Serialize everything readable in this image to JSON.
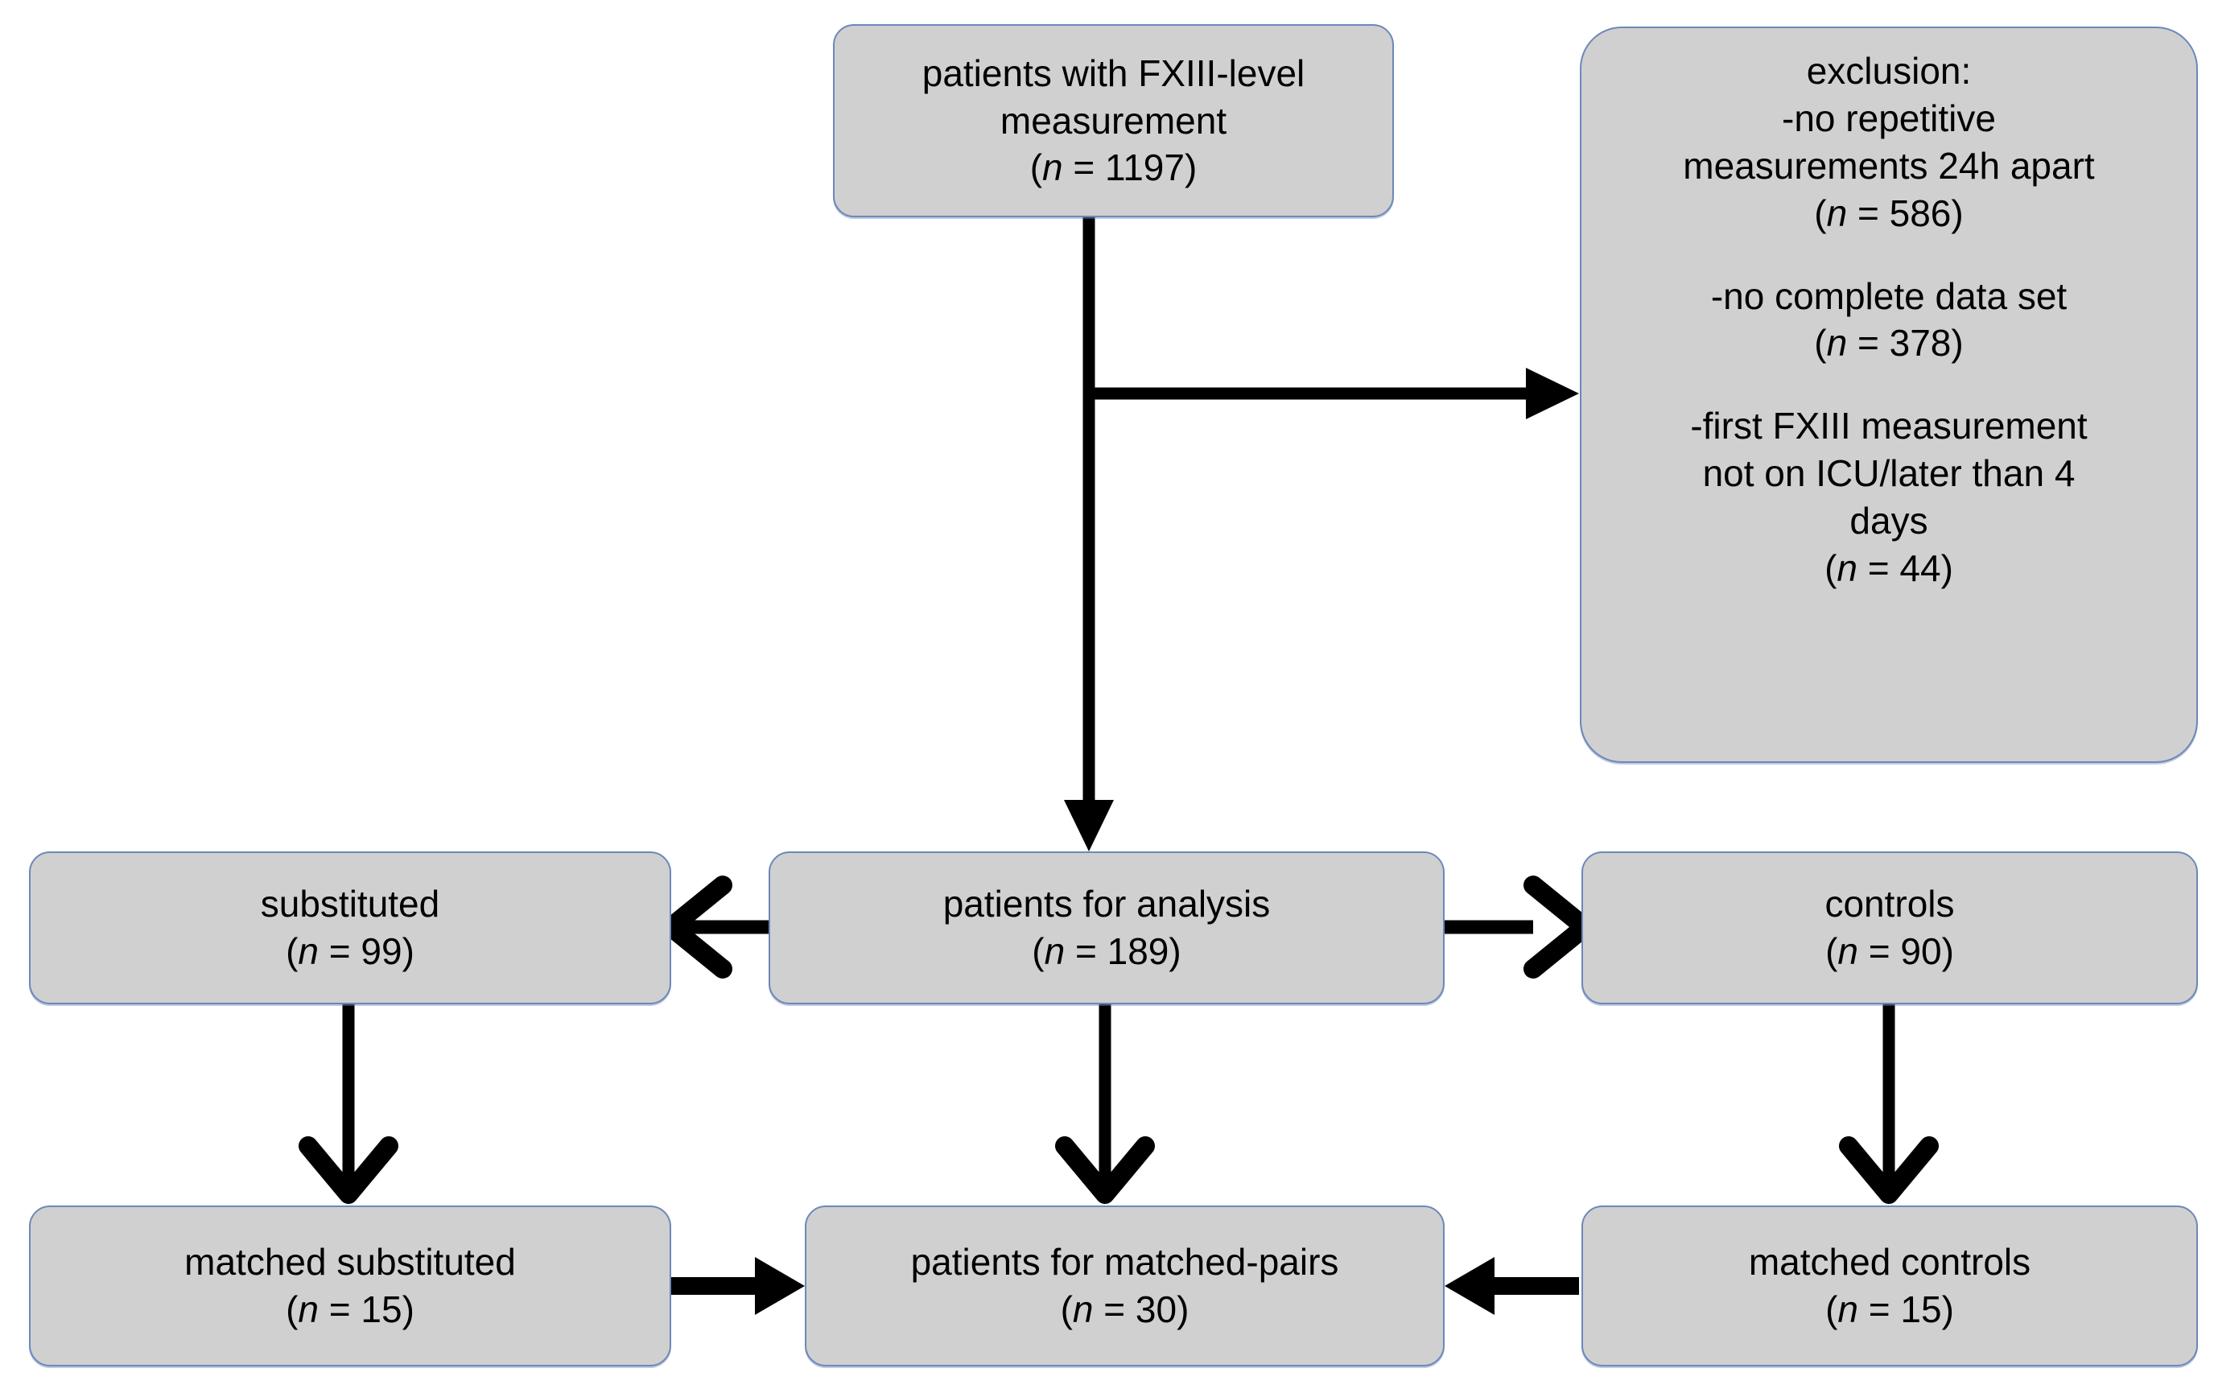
{
  "figure": {
    "type": "flowchart",
    "title": "Patient selection flow diagram",
    "colors": {
      "node_fill": "#d0d0d0",
      "node_border": "#6d88b9",
      "arrow": "#000000",
      "background": "#ffffff"
    }
  },
  "nodes": {
    "source": {
      "name": "patients-with-fxiii-measurement",
      "line1": "patients with FXIII-level",
      "line2": "measurement",
      "count_prefix": "(",
      "count_var": "n",
      "count_eq": " = ",
      "count_value": "1197",
      "count_suffix": ")"
    },
    "exclusion": {
      "name": "exclusion-criteria",
      "heading": "exclusion:",
      "reason1_line1": "-no repetitive",
      "reason1_line2": "measurements 24h apart",
      "reason1_count": "(n = 586)",
      "reason1_count_value": "586",
      "reason2_line1": "-no complete data set",
      "reason2_count": "(n = 378)",
      "reason2_count_value": "378",
      "reason3_line1": "-first FXIII measurement",
      "reason3_line2": "not on ICU/later than 4",
      "reason3_line3": "days",
      "reason3_count": "(n = 44)",
      "reason3_count_value": "44"
    },
    "analysis": {
      "name": "patients-for-analysis",
      "line1": "patients for analysis",
      "count_value": "189"
    },
    "substituted": {
      "name": "substituted",
      "line1": "substituted",
      "count_value": "99"
    },
    "controls": {
      "name": "controls",
      "line1": "controls",
      "count_value": "90"
    },
    "matched_substituted": {
      "name": "matched-substituted",
      "line1": "matched substituted",
      "count_value": "15"
    },
    "matched_pairs": {
      "name": "patients-for-matched-pairs",
      "line1": "patients for matched-pairs",
      "count_value": "30"
    },
    "matched_controls": {
      "name": "matched-controls",
      "line1": "matched controls",
      "count_value": "15"
    }
  },
  "common": {
    "paren_open": "(",
    "n_symbol": "n",
    "equals": " = ",
    "paren_close": ")"
  },
  "edges": [
    {
      "from": "source",
      "to": "analysis",
      "direction": "down"
    },
    {
      "from": "source",
      "to": "exclusion",
      "direction": "right"
    },
    {
      "from": "analysis",
      "to": "substituted",
      "direction": "left"
    },
    {
      "from": "analysis",
      "to": "controls",
      "direction": "right"
    },
    {
      "from": "analysis",
      "to": "matched_pairs",
      "direction": "down"
    },
    {
      "from": "substituted",
      "to": "matched_substituted",
      "direction": "down"
    },
    {
      "from": "controls",
      "to": "matched_controls",
      "direction": "down"
    },
    {
      "from": "matched_substituted",
      "to": "matched_pairs",
      "direction": "right"
    },
    {
      "from": "matched_controls",
      "to": "matched_pairs",
      "direction": "left"
    }
  ]
}
